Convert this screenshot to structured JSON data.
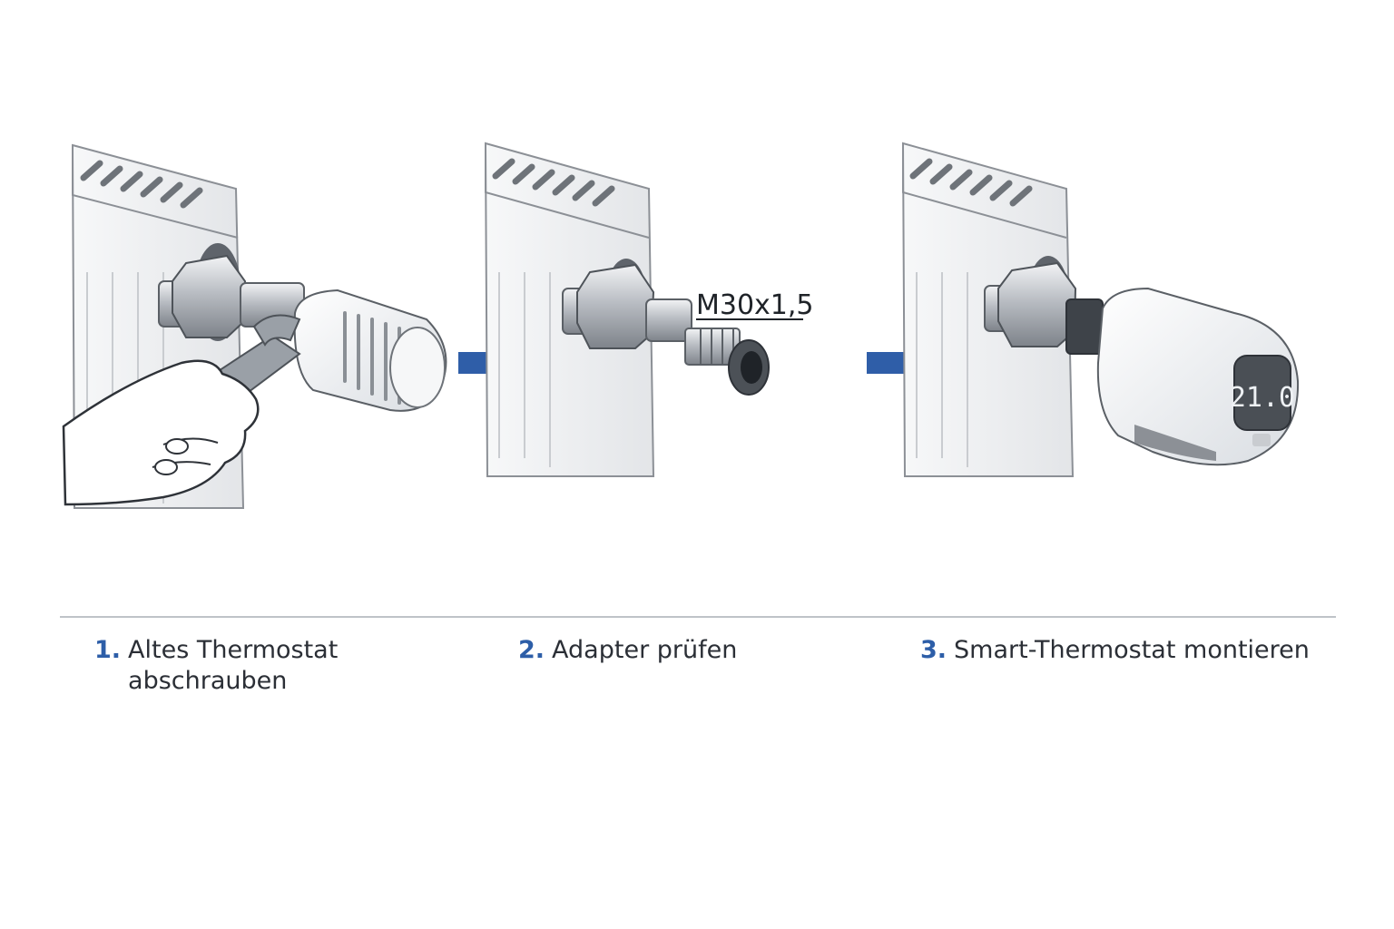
{
  "annotation": "M30x1,5",
  "colors": {
    "accent": "#2d5ea8",
    "arrow": "#2f5ea8",
    "separator": "#bfc3c8",
    "display_bg": "#4a4f55"
  },
  "display_reading": "21.0",
  "steps": [
    {
      "number": "1.",
      "label": "Altes Thermostat\nabschrauben"
    },
    {
      "number": "2.",
      "label": "Adapter prüfen"
    },
    {
      "number": "3.",
      "label": "Smart-Thermostat montieren"
    }
  ]
}
